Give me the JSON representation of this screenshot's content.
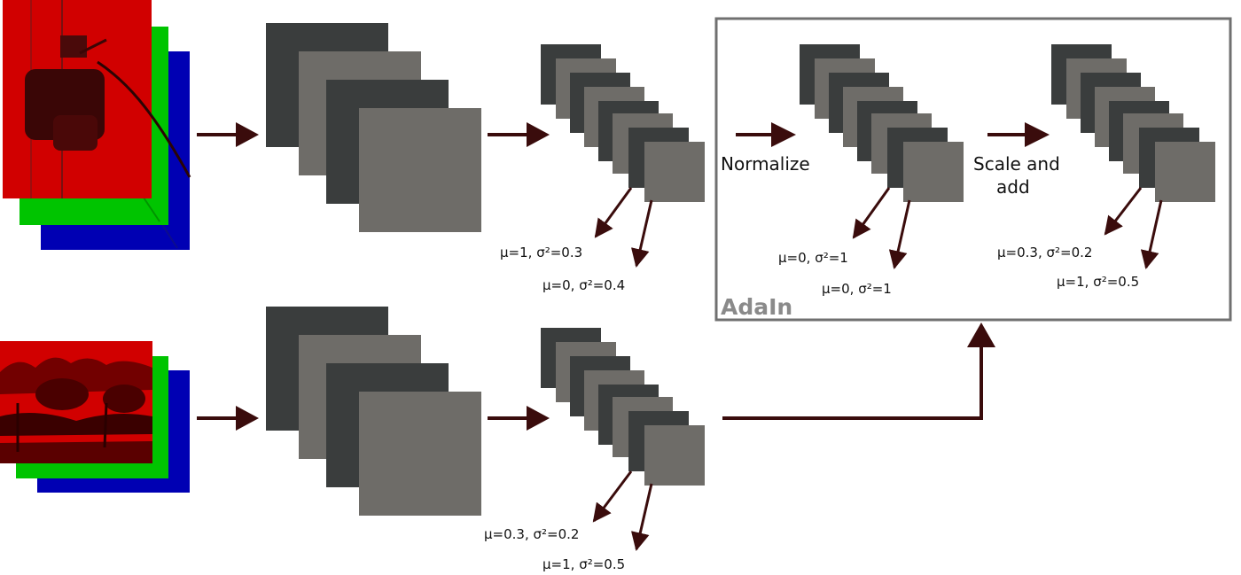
{
  "colors": {
    "arrow": "#3a0c0c",
    "dark_map": "#3a3d3d",
    "light_map": "#6e6c68",
    "box_border": "#707070",
    "red": "#d10000",
    "green": "#00c400",
    "blue": "#0000b3"
  },
  "content_stats": {
    "channel_a": "μ=1, σ²=0.3",
    "channel_b": "μ=0, σ²=0.4"
  },
  "style_stats": {
    "channel_a": "μ=0.3, σ²=0.2",
    "channel_b": "μ=1, σ²=0.5"
  },
  "adain": {
    "title": "AdaIn",
    "normalize_label": "Normalize",
    "scale_label_line1": "Scale and",
    "scale_label_line2": "add",
    "normalized_stats": {
      "channel_a": "μ=0, σ²=1",
      "channel_b": "μ=0, σ²=1"
    },
    "output_stats": {
      "channel_a": "μ=0.3, σ²=0.2",
      "channel_b": "μ=1, σ²=0.5"
    }
  },
  "icons": {
    "content_image": "rgb-channel-stack-icon",
    "style_image": "rgb-channel-stack-icon"
  }
}
